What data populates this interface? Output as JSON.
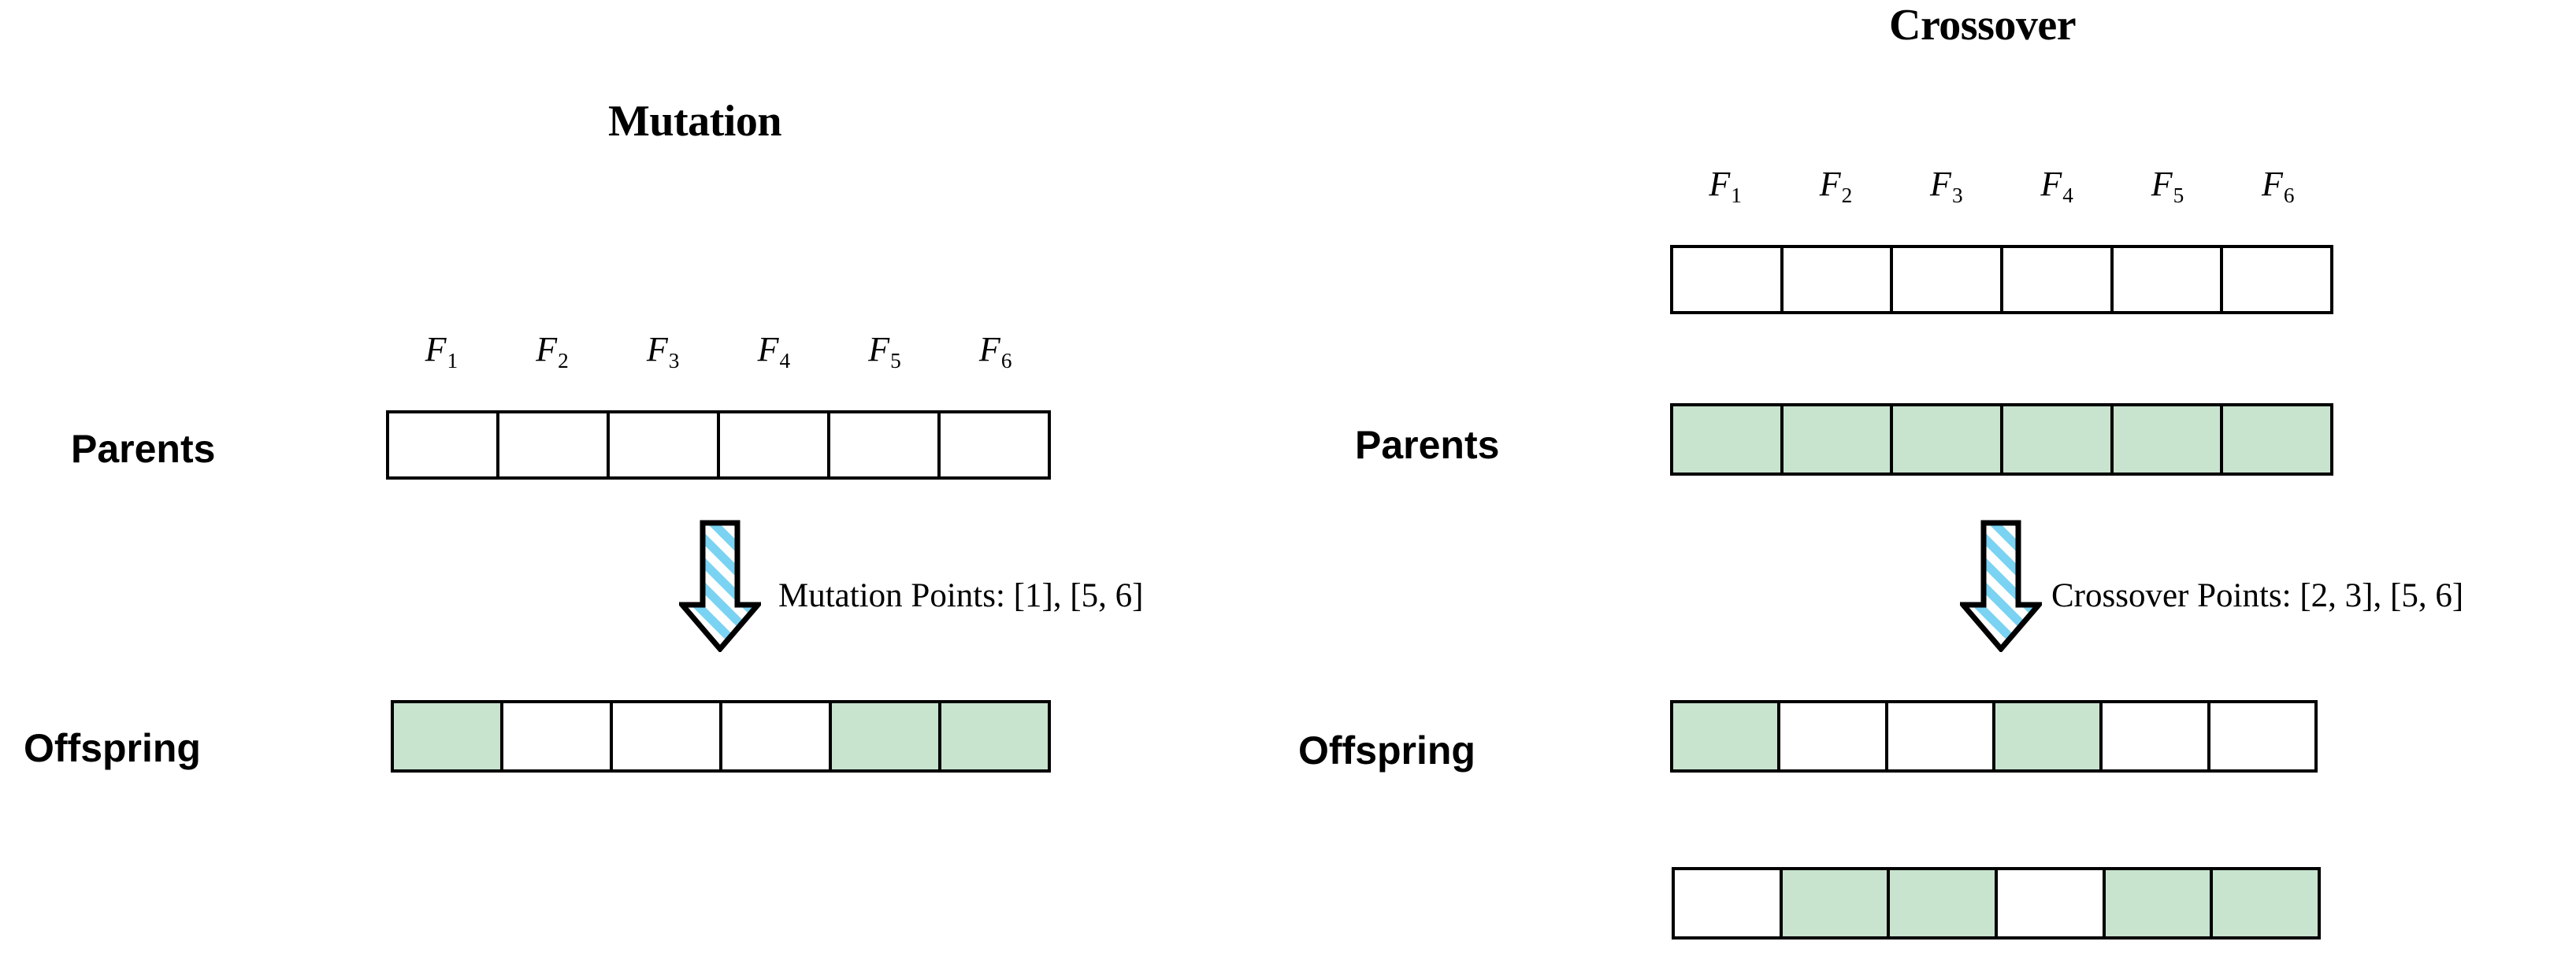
{
  "figure": {
    "background_color": "#ffffff",
    "filled_cell_color": "#c8e3ce",
    "outline_color": "#000000",
    "arrow_stripe_color": "#7ad3f2"
  },
  "panels": [
    {
      "id": "mutation",
      "title": "Mutation",
      "feature_labels": [
        {
          "base": "F",
          "sub": "1"
        },
        {
          "base": "F",
          "sub": "2"
        },
        {
          "base": "F",
          "sub": "3"
        },
        {
          "base": "F",
          "sub": "4"
        },
        {
          "base": "F",
          "sub": "5"
        },
        {
          "base": "F",
          "sub": "6"
        }
      ],
      "parents_label": "Parents",
      "offspring_label": "Offspring",
      "operator_text": "Mutation Points: [1], [5, 6]",
      "operator_points": [
        [
          1
        ],
        [
          5,
          6
        ]
      ],
      "parent_rows": [
        {
          "name": "parent-1",
          "cells": [
            0,
            0,
            0,
            0,
            0,
            0
          ]
        }
      ],
      "offspring_rows": [
        {
          "name": "offspring-1",
          "cells": [
            1,
            0,
            0,
            0,
            1,
            1
          ]
        }
      ]
    },
    {
      "id": "crossover",
      "title": "Crossover",
      "feature_labels": [
        {
          "base": "F",
          "sub": "1"
        },
        {
          "base": "F",
          "sub": "2"
        },
        {
          "base": "F",
          "sub": "3"
        },
        {
          "base": "F",
          "sub": "4"
        },
        {
          "base": "F",
          "sub": "5"
        },
        {
          "base": "F",
          "sub": "6"
        }
      ],
      "parents_label": "Parents",
      "offspring_label": "Offspring",
      "operator_text": "Crossover Points: [2, 3], [5, 6]",
      "operator_points": [
        [
          2,
          3
        ],
        [
          5,
          6
        ]
      ],
      "parent_rows": [
        {
          "name": "parent-1",
          "cells": [
            0,
            0,
            0,
            0,
            0,
            0
          ]
        },
        {
          "name": "parent-2",
          "cells": [
            1,
            1,
            1,
            1,
            1,
            1
          ]
        }
      ],
      "offspring_rows": [
        {
          "name": "offspring-1",
          "cells": [
            1,
            0,
            0,
            1,
            0,
            0
          ]
        },
        {
          "name": "offspring-2",
          "cells": [
            0,
            1,
            1,
            0,
            1,
            1
          ]
        }
      ]
    }
  ]
}
